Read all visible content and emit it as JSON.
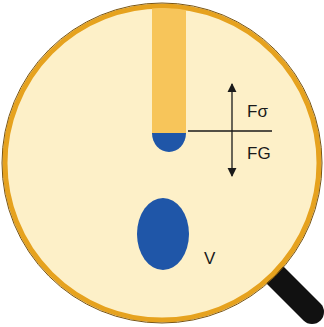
{
  "diagram": {
    "labels": [
      "Fσ",
      "FG",
      "V"
    ]
  }
}
